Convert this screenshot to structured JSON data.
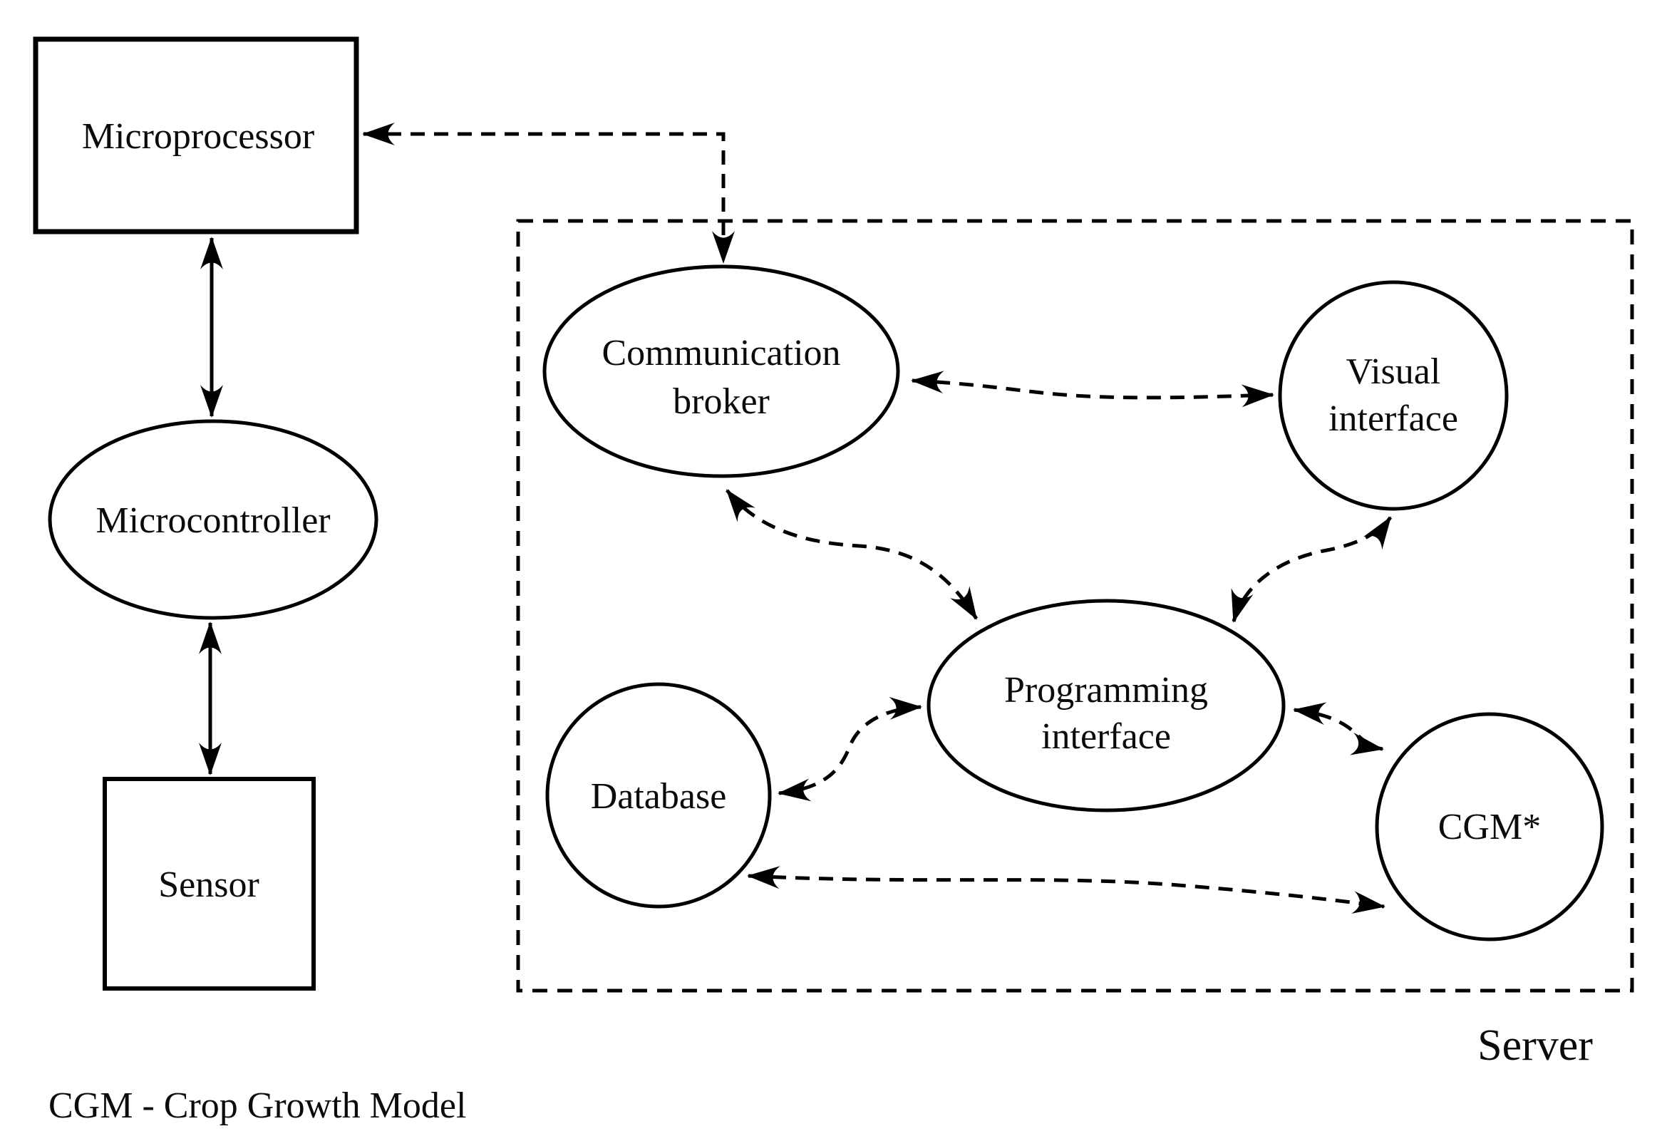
{
  "diagram": {
    "type": "system-architecture-diagram",
    "background_color": "#ffffff",
    "stroke_color": "#000000",
    "nodes": {
      "microprocessor": {
        "label": "Microprocessor",
        "shape": "rectangle"
      },
      "microcontroller": {
        "label": "Microcontroller",
        "shape": "ellipse"
      },
      "sensor": {
        "label": "Sensor",
        "shape": "square"
      },
      "communication_broker": {
        "label_lines": [
          "Communication",
          "broker"
        ],
        "shape": "ellipse",
        "container": "Server"
      },
      "visual_interface": {
        "label_lines": [
          "Visual",
          "interface"
        ],
        "shape": "circle",
        "container": "Server"
      },
      "programming_interface": {
        "label_lines": [
          "Programming",
          "interface"
        ],
        "shape": "ellipse",
        "container": "Server"
      },
      "database": {
        "label": "Database",
        "shape": "circle",
        "container": "Server"
      },
      "cgm": {
        "label": "CGM*",
        "shape": "circle",
        "container": "Server"
      }
    },
    "server_group": {
      "label": "Server"
    },
    "edges": [
      {
        "from": "microprocessor",
        "to": "microcontroller",
        "line_style": "solid",
        "direction": "bidirectional"
      },
      {
        "from": "microcontroller",
        "to": "sensor",
        "line_style": "solid",
        "direction": "bidirectional"
      },
      {
        "from": "microprocessor",
        "to": "communication_broker",
        "line_style": "dashed",
        "direction": "bidirectional"
      },
      {
        "from": "communication_broker",
        "to": "visual_interface",
        "line_style": "dashed",
        "direction": "bidirectional"
      },
      {
        "from": "communication_broker",
        "to": "programming_interface",
        "line_style": "dashed",
        "direction": "bidirectional"
      },
      {
        "from": "visual_interface",
        "to": "programming_interface",
        "line_style": "dashed",
        "direction": "bidirectional"
      },
      {
        "from": "database",
        "to": "programming_interface",
        "line_style": "dashed",
        "direction": "bidirectional"
      },
      {
        "from": "programming_interface",
        "to": "cgm",
        "line_style": "dashed",
        "direction": "bidirectional"
      },
      {
        "from": "database",
        "to": "cgm",
        "line_style": "dashed",
        "direction": "bidirectional"
      }
    ],
    "footnote": "CGM - Crop Growth Model"
  }
}
